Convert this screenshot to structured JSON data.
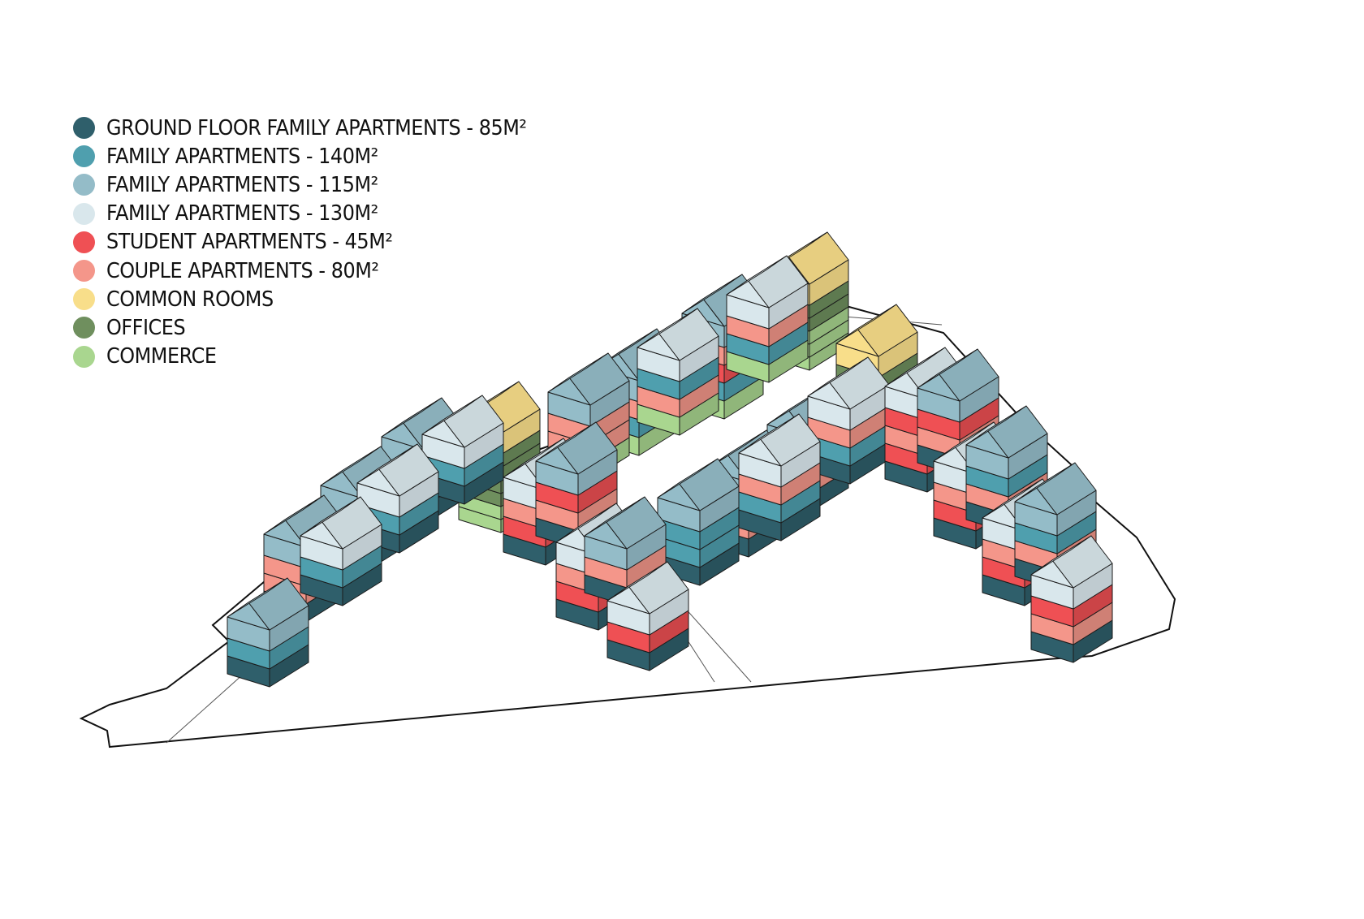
{
  "legend": [
    {
      "label": "GROUND FLOOR FAMILY APARTMENTS - 85M²",
      "color": "#2f5f6b"
    },
    {
      "label": "FAMILY APARTMENTS - 140M²",
      "color": "#4f9fae"
    },
    {
      "label": "FAMILY APARTMENTS - 115M²",
      "color": "#94bcc8"
    },
    {
      "label": "FAMILY APARTMENTS - 130M²",
      "color": "#d9e7ec"
    },
    {
      "label": "STUDENT APARTMENTS - 45M²",
      "color": "#ef5054"
    },
    {
      "label": "COUPLE APARTMENTS - 80M²",
      "color": "#f4968a"
    },
    {
      "label": "COMMON ROOMS",
      "color": "#f8de8a"
    },
    {
      "label": "OFFICES",
      "color": "#6f8f5e"
    },
    {
      "label": "COMMERCE",
      "color": "#a9d68f"
    }
  ]
}
